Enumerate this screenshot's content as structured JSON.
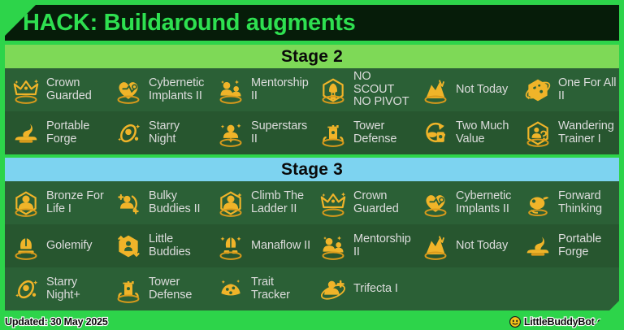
{
  "title": "HACK: Buildaround augments",
  "colors": {
    "page_border": "#2dd44a",
    "title_bg": "#061c09",
    "title_text": "#2ee050",
    "stage2_header_bg": "#7ed957",
    "stage3_header_bg": "#7dd3f0",
    "row_bg": "#2b6036",
    "row_alt_bg": "#27562f",
    "icon_gold": "#f0b429",
    "label_text": "#dcdcdc"
  },
  "sections": [
    {
      "header": "Stage 2",
      "header_color": "#7ed957",
      "rows": [
        [
          {
            "label": "Crown\nGuarded",
            "icon": "crown-icon"
          },
          {
            "label": "Cybernetic\nImplants II",
            "icon": "cybernetic-implants-icon"
          },
          {
            "label": "Mentorship\nII",
            "icon": "mentorship-icon"
          },
          {
            "label": "NO SCOUT\nNO PIVOT",
            "icon": "no-scout-no-pivot-icon"
          },
          {
            "label": "Not Today",
            "icon": "not-today-icon"
          },
          {
            "label": "One For All II",
            "icon": "one-for-all-icon"
          }
        ],
        [
          {
            "label": "Portable\nForge",
            "icon": "portable-forge-icon"
          },
          {
            "label": "Starry Night",
            "icon": "starry-night-icon"
          },
          {
            "label": "Superstars II",
            "icon": "superstars-icon"
          },
          {
            "label": "Tower\nDefense",
            "icon": "tower-defense-icon"
          },
          {
            "label": "Two Much\nValue",
            "icon": "two-much-value-icon"
          },
          {
            "label": "Wandering\nTrainer I",
            "icon": "wandering-trainer-icon"
          }
        ]
      ]
    },
    {
      "header": "Stage 3",
      "header_color": "#7dd3f0",
      "rows": [
        [
          {
            "label": "Bronze For\nLife I",
            "icon": "bronze-for-life-icon"
          },
          {
            "label": "Bulky\nBuddies II",
            "icon": "bulky-buddies-icon"
          },
          {
            "label": "Climb The\nLadder II",
            "icon": "climb-the-ladder-icon"
          },
          {
            "label": "Crown\nGuarded",
            "icon": "crown-icon"
          },
          {
            "label": "Cybernetic\nImplants II",
            "icon": "cybernetic-implants-icon"
          },
          {
            "label": "Forward\nThinking",
            "icon": "forward-thinking-icon"
          }
        ],
        [
          {
            "label": "Golemify",
            "icon": "golemify-icon"
          },
          {
            "label": "Little\nBuddies",
            "icon": "little-buddies-icon"
          },
          {
            "label": "Manaflow II",
            "icon": "manaflow-icon"
          },
          {
            "label": "Mentorship\nII",
            "icon": "mentorship-icon"
          },
          {
            "label": "Not Today",
            "icon": "not-today-icon"
          },
          {
            "label": "Portable\nForge",
            "icon": "portable-forge-icon"
          }
        ],
        [
          {
            "label": "Starry\nNight+",
            "icon": "starry-night-icon"
          },
          {
            "label": "Tower\nDefense",
            "icon": "tower-defense-icon"
          },
          {
            "label": "Trait Tracker",
            "icon": "trait-tracker-icon"
          },
          {
            "label": "Trifecta I",
            "icon": "trifecta-icon"
          },
          {
            "label": "",
            "icon": ""
          },
          {
            "label": "",
            "icon": ""
          }
        ]
      ]
    }
  ],
  "footer": {
    "updated": "Updated: 30 May 2025",
    "brand": "LittleBuddyBot.com",
    "brand_icon": "bot-face-icon"
  }
}
